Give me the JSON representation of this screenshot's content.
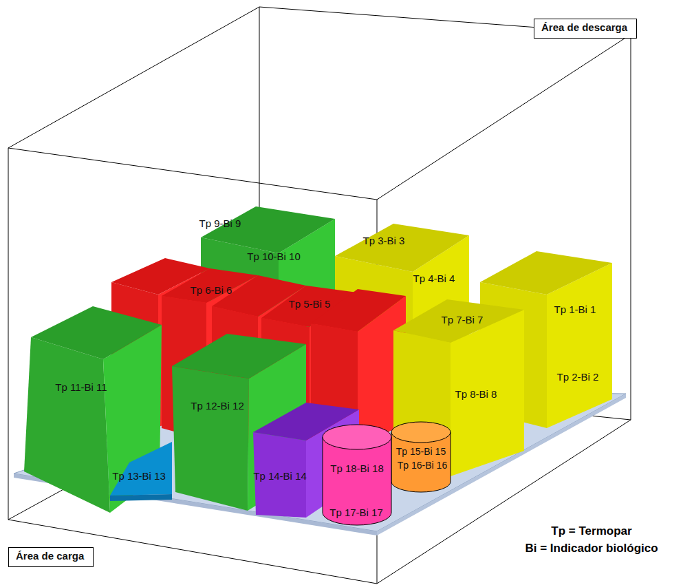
{
  "diagram": {
    "nodes": [
      {
        "text": [
          "Área de descarga"
        ]
      },
      {
        "text": [
          "Tp 9-Bi 9",
          "Tp 10-Bi 10"
        ]
      },
      {
        "text": [
          "Tp 3-Bi 3",
          "Tp 4-Bi 4"
        ]
      },
      {
        "text": [
          "Tp 6-Bi 6"
        ]
      },
      {
        "text": [
          "Tp 5-Bi 5"
        ]
      },
      {
        "text": [
          "Tp 1-Bi 1",
          "Tp 2-Bi 2"
        ]
      },
      {
        "text": [
          "Tp 7-Bi 7",
          "Tp 8-Bi 8"
        ]
      },
      {
        "text": [
          "Tp 11-Bi 11"
        ]
      },
      {
        "text": [
          "Tp 12-Bi 12"
        ]
      },
      {
        "text": [
          "Tp 13-Bi 13"
        ]
      },
      {
        "text": [
          "Tp 14-Bi 14"
        ]
      },
      {
        "text": [
          "Tp 18-Bi 18",
          "Tp 17-Bi 17"
        ]
      },
      {
        "text": [
          "Tp 15-Bi 15",
          "Tp 16-Bi 16"
        ]
      },
      {
        "text": [
          "Área de carga"
        ]
      }
    ],
    "labels": [
      "Tp = Termopar",
      "Bi = Indicador biológico"
    ]
  }
}
